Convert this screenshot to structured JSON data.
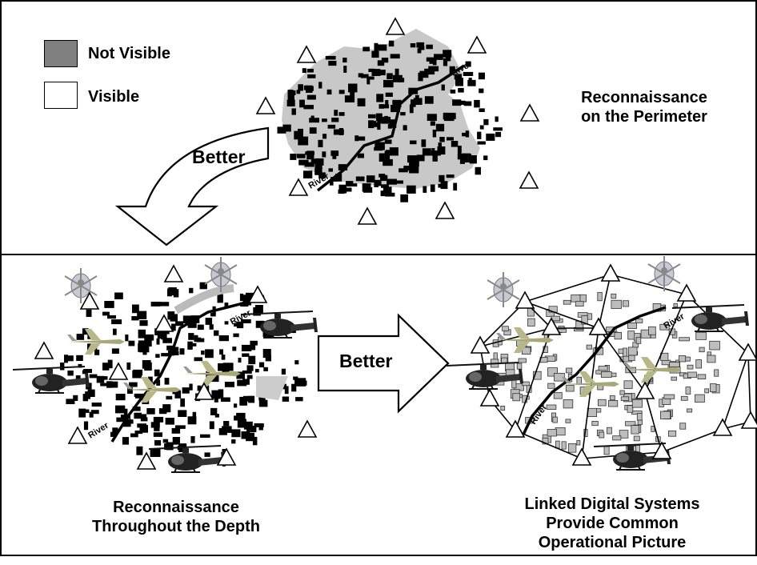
{
  "legend": {
    "not_visible": {
      "label": "Not Visible",
      "color": "#808080"
    },
    "visible": {
      "label": "Visible",
      "color": "#ffffff"
    }
  },
  "arrows": {
    "top_label": "Better",
    "middle_label": "Better"
  },
  "captions": {
    "perimeter": [
      "Reconnaissance",
      "on the Perimeter"
    ],
    "depth": [
      "Reconnaissance",
      "Throughout the Depth"
    ],
    "linked": [
      "Linked Digital Systems",
      "Provide Common",
      "Operational Picture"
    ]
  },
  "river_labels": {
    "top_upper": "River",
    "top_lower": "River",
    "left_upper": "River",
    "left_lower": "River",
    "right_upper": "River",
    "right_lower": "River"
  },
  "colors": {
    "city_fill": "#c8c8c8",
    "building": "#000000",
    "building_light": "#bdbdbd",
    "aircraft": "#1a1a1a",
    "uav": "#b8b8c8"
  },
  "icons": [
    "sensor-triangle-icon",
    "helicopter-icon",
    "uav-icon",
    "building-block-icon",
    "river-line-icon"
  ]
}
